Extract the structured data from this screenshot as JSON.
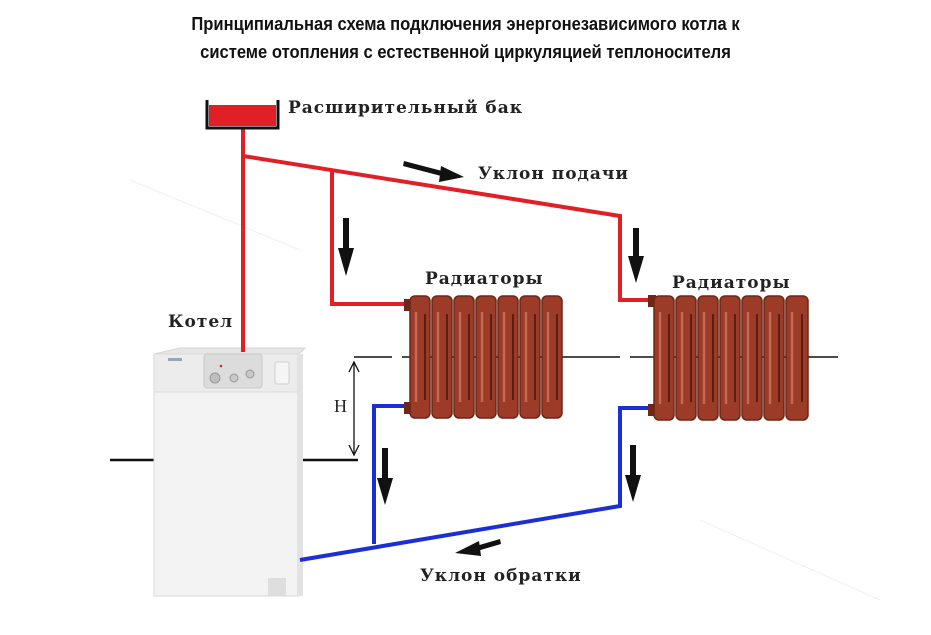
{
  "title": {
    "line1": "Принципиальная схема подключения энергонезависимого котла к",
    "line2": "системе отопления с естественной циркуляцией теплоносителя"
  },
  "labels": {
    "expansion_tank": "Расширительный бак",
    "supply_slope": "Уклон подачи",
    "radiators_left": "Радиаторы",
    "radiators_right": "Радиаторы",
    "boiler": "Котел",
    "height": "H",
    "return_slope": "Уклон обратки"
  },
  "colors": {
    "supply": "#e11f26",
    "return": "#1c2fd6",
    "radiator": "#9b3b28",
    "radiator_shadow": "#6e2617",
    "arrow": "#111111"
  }
}
